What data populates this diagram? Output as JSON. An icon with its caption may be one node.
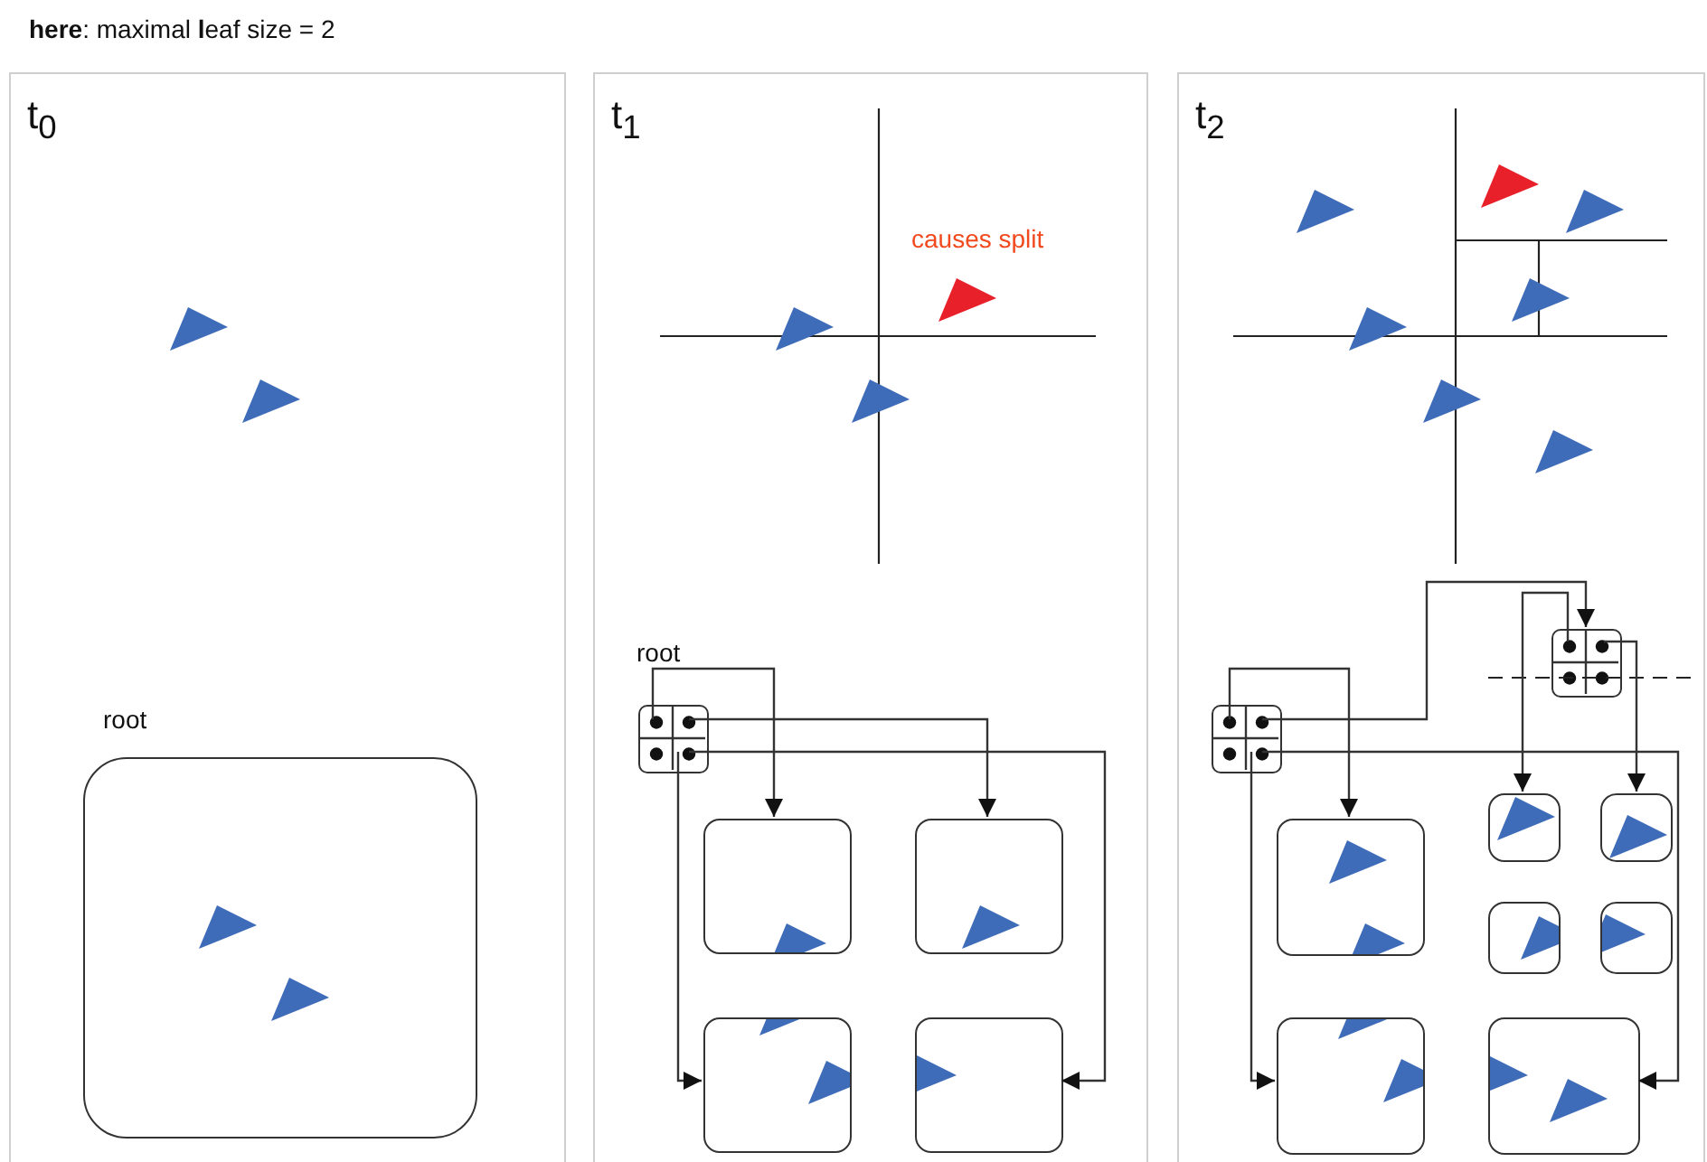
{
  "diagram": {
    "title": "**here**: maximal **l**eaf size = 2",
    "nodes": [
      {
        "text": [
          "t$_{0}$"
        ]
      },
      {
        "text": [
          "t$_{1}$"
        ]
      },
      {
        "text": [
          "t$_{2}$"
        ]
      },
      {
        "text": [
          "root"
        ],
        "in": 0
      },
      {
        "text": [
          "root"
        ],
        "in": 1
      },
      {
        "text": [],
        "shape": "box",
        "in": 1
      },
      {
        "text": [],
        "shape": "box",
        "in": 1
      },
      {
        "text": [],
        "shape": "box",
        "in": 1
      },
      {
        "text": [],
        "shape": "box",
        "in": 1
      },
      {
        "text": [],
        "shape": "box",
        "in": 2
      },
      {
        "text": [],
        "shape": "box",
        "in": 2
      },
      {
        "text": [],
        "shape": "box",
        "in": 2
      },
      {
        "text": [],
        "shape": "box",
        "in": 2
      },
      {
        "text": [],
        "shape": "box",
        "in": 2
      },
      {
        "text": [],
        "shape": "box",
        "in": 2
      },
      {
        "text": [],
        "shape": "box",
        "in": 2
      },
      {
        "text": [],
        "shape": "box",
        "in": 2
      },
      {
        "text": [],
        "shape": "box",
        "in": 2
      }
    ],
    "edges": [
      {
        "from": 4,
        "to": 5,
        "arrow": "to"
      },
      {
        "from": 4,
        "to": 6,
        "arrow": "to"
      },
      {
        "from": 4,
        "to": 7,
        "arrow": "to"
      },
      {
        "from": 4,
        "to": 8,
        "arrow": "to"
      },
      {
        "from": 9,
        "to": 11,
        "arrow": "to"
      },
      {
        "from": 9,
        "to": 10,
        "arrow": "to"
      },
      {
        "from": 9,
        "to": 16,
        "arrow": "to"
      },
      {
        "from": 9,
        "to": 17,
        "arrow": "to"
      },
      {
        "from": 10,
        "to": 12,
        "arrow": "to"
      },
      {
        "from": 10,
        "to": 13,
        "arrow": "to"
      }
    ],
    "labels": [
      "causes split"
    ]
  }
}
